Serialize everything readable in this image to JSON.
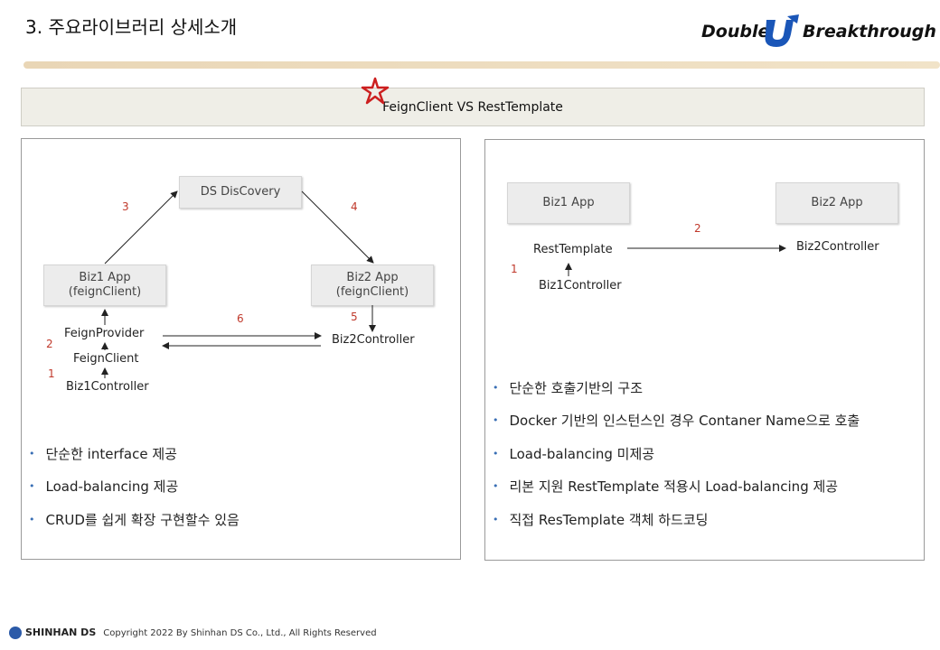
{
  "header": {
    "title": "3. 주요라이브러리 상세소개",
    "logo_words": [
      "Double",
      "UP",
      "Breakthrough"
    ]
  },
  "banner": {
    "text": "FeignClient  VS RestTemplate"
  },
  "left": {
    "diagram": {
      "discovery": "DS DisCovery",
      "biz1_app": [
        "Biz1 App",
        "(feignClient)"
      ],
      "biz2_app": [
        "Biz2 App",
        "(feignClient)"
      ],
      "feign_provider": "FeignProvider",
      "feign_client": "FeignClient",
      "biz1_controller": "Biz1Controller",
      "biz2_controller": "Biz2Controller",
      "steps": [
        "1",
        "2",
        "3",
        "4",
        "5",
        "6"
      ]
    },
    "bullets": [
      "단순한 interface 제공",
      "Load-balancing 제공",
      "CRUD를 쉽게 확장 구현할수 있음"
    ]
  },
  "right": {
    "diagram": {
      "biz1_app": "Biz1 App",
      "biz2_app": "Biz2 App",
      "rest_template": "RestTemplate",
      "biz1_controller": "Biz1Controller",
      "biz2_controller": "Biz2Controller",
      "steps": [
        "1",
        "2"
      ]
    },
    "bullets": [
      "단순한 호출기반의 구조",
      "Docker 기반의 인스턴스인 경우 Contaner Name으로 호출",
      "Load-balancing 미제공",
      "리본 지원 RestTemplate 적용시 Load-balancing 제공",
      "직접 ResTemplate 객체 하드코딩"
    ]
  },
  "footer": {
    "brand": "SHINHAN DS",
    "copyright": "Copyright 2022 By Shinhan DS Co., Ltd., All Rights Reserved"
  },
  "colors": {
    "accent_red": "#cc1f1f",
    "step_red": "#c0392b",
    "bullet_blue": "#3a6fb5",
    "topbar": "#ecdcbf"
  }
}
